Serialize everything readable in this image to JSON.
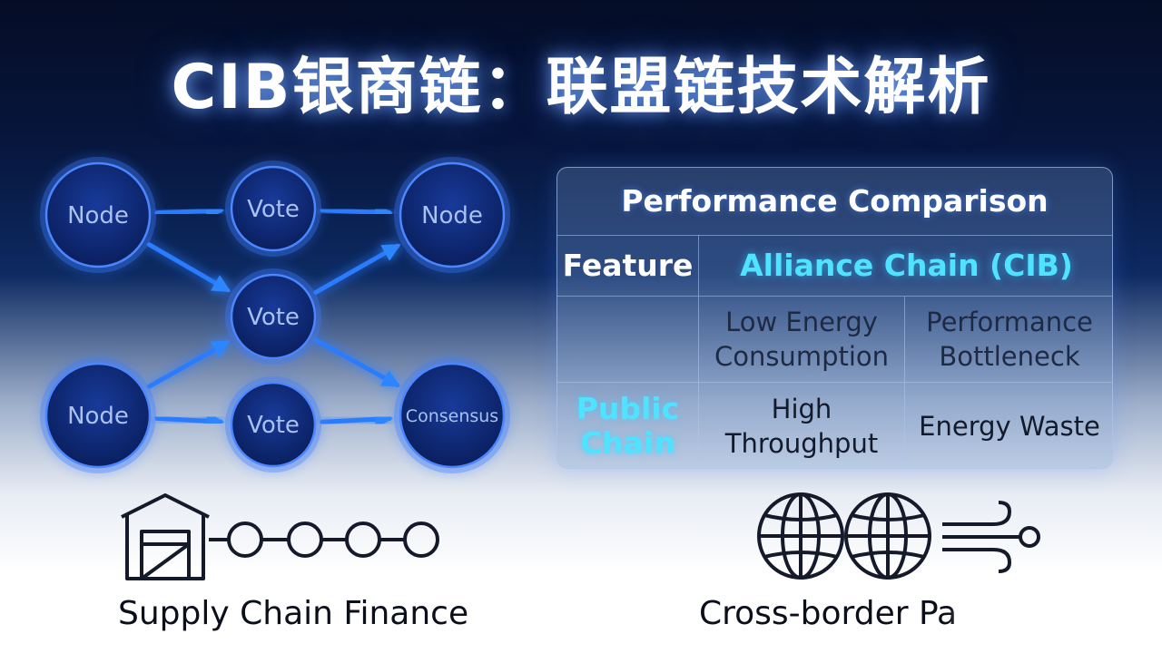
{
  "title": "CIB银商链：联盟链技术解析",
  "diagram": {
    "nodes": [
      {
        "id": "n1",
        "label": "Node"
      },
      {
        "id": "v1",
        "label": "Vote"
      },
      {
        "id": "n2",
        "label": "Node"
      },
      {
        "id": "v2",
        "label": "Vote"
      },
      {
        "id": "n3",
        "label": "Node"
      },
      {
        "id": "v3",
        "label": "Vote"
      },
      {
        "id": "c1",
        "label": "Consensus"
      }
    ],
    "edges": [
      [
        "n1",
        "v1"
      ],
      [
        "v1",
        "n2"
      ],
      [
        "n1",
        "v2"
      ],
      [
        "v2",
        "n2"
      ],
      [
        "n3",
        "n1"
      ],
      [
        "n3",
        "v2"
      ],
      [
        "v2",
        "c1"
      ],
      [
        "n2",
        "c1"
      ],
      [
        "n3",
        "v3"
      ],
      [
        "v3",
        "c1"
      ]
    ]
  },
  "comparison": {
    "title": "Performance Comparison",
    "header_feature": "Feature",
    "header_alliance": "Alliance Chain (CIB)",
    "row1": {
      "label": "",
      "col1": "Low Energy\nConsumption",
      "col2": "Performance\nBottleneck"
    },
    "row2": {
      "label": "Public\nChain",
      "col1": "High\nThroughput",
      "col2": "Energy Waste"
    }
  },
  "captions": {
    "left": "Supply Chain Finance",
    "right": "Cross-border Pa"
  },
  "icons": {
    "left": "warehouse-chain-icon",
    "right": "globe-transfer-icon"
  },
  "colors": {
    "node_fill": "#0f2a78",
    "arrow": "#2b7bff",
    "accent": "#4fe3ff"
  }
}
